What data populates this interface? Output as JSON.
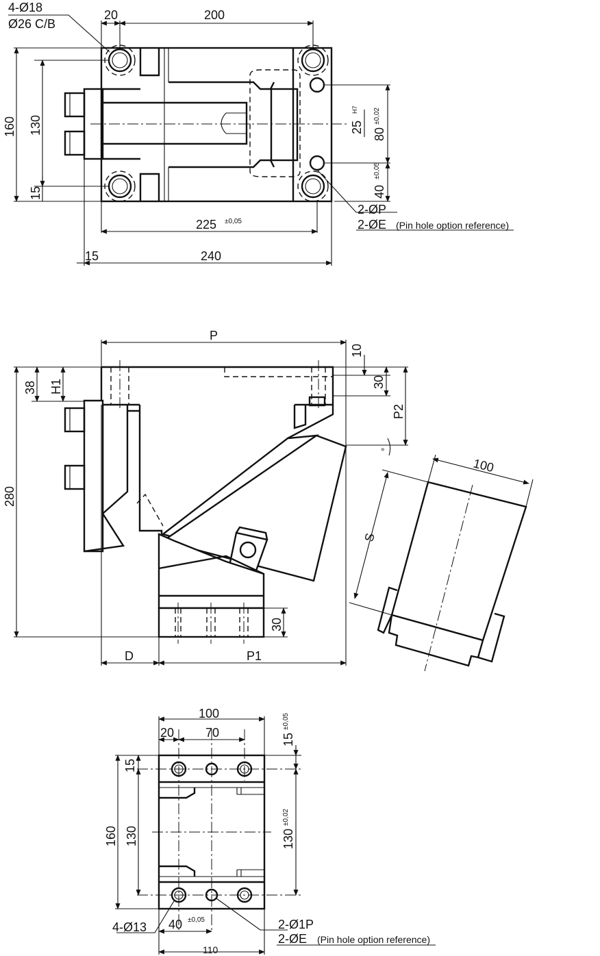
{
  "top_view": {
    "holes_spec": "4-Ø18",
    "cb_spec": "Ø26 C/B",
    "dim_20": "20",
    "dim_200": "200",
    "dim_160": "160",
    "dim_130": "130",
    "dim_15_left": "15",
    "dim_25": "25",
    "tol_h7": "H7",
    "dim_80": "80",
    "tol_80": "±0,02",
    "dim_40": "40",
    "tol_40": "±0,05",
    "pin_p": "2-ØP",
    "pin_e": "2-ØE",
    "pin_note": "(Pin hole option reference)",
    "dim_225": "225",
    "tol_225": "±0,05",
    "dim_15_bottom": "15",
    "dim_240": "240"
  },
  "side_view": {
    "dim_p": "P",
    "dim_10": "10",
    "dim_38": "38",
    "dim_h1": "H1",
    "dim_30_top": "30",
    "dim_p2": "P2",
    "dim_angle": "°",
    "dim_280": "280",
    "dim_100": "100",
    "dim_s": "S",
    "dim_30_bottom": "30",
    "dim_d": "D",
    "dim_p1": "P1"
  },
  "bottom_view": {
    "dim_100": "100",
    "dim_20": "20",
    "dim_70": "70",
    "dim_15_top": "15",
    "tol_15": "±0,05",
    "dim_15_left": "15",
    "dim_160": "160",
    "dim_130_left": "130",
    "dim_130_right": "130",
    "tol_130": "±0,02",
    "holes_spec": "4-Ø13",
    "dim_40": "40",
    "tol_40": "±0,05",
    "pin_p": "2-Ø1P",
    "pin_e": "2-ØE",
    "pin_note": "(Pin hole option reference)",
    "dim_110": "110"
  }
}
